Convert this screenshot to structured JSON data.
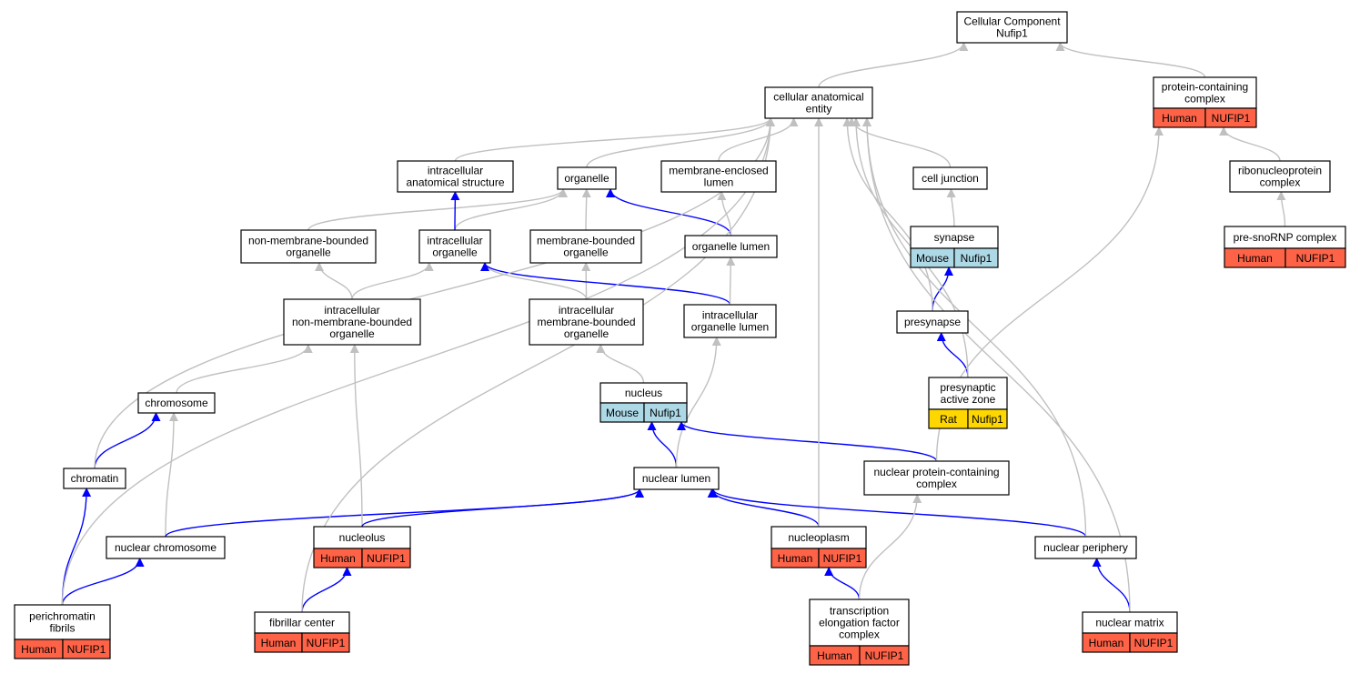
{
  "colors": {
    "is_a_edge": "#c0c0c0",
    "part_of_edge": "#0000ff",
    "human": "#ff6347",
    "mouse": "#add8e6",
    "rat": "#ffd700",
    "node_fill": "#ffffff"
  },
  "nodes": [
    {
      "id": "root",
      "lines": [
        "Cellular Component",
        "Nufip1"
      ]
    },
    {
      "id": "cae",
      "lines": [
        "cellular anatomical",
        "entity"
      ]
    },
    {
      "id": "pcc",
      "lines": [
        "protein-containing",
        "complex"
      ],
      "annot": {
        "species": "Human",
        "gene": "NUFIP1",
        "color": "human"
      }
    },
    {
      "id": "ias",
      "lines": [
        "intracellular",
        "anatomical structure"
      ]
    },
    {
      "id": "organelle",
      "lines": [
        "organelle"
      ]
    },
    {
      "id": "mel",
      "lines": [
        "membrane-enclosed",
        "lumen"
      ]
    },
    {
      "id": "cj",
      "lines": [
        "cell junction"
      ]
    },
    {
      "id": "rnp",
      "lines": [
        "ribonucleoprotein",
        "complex"
      ]
    },
    {
      "id": "nmbo",
      "lines": [
        "non-membrane-bounded",
        "organelle"
      ]
    },
    {
      "id": "io",
      "lines": [
        "intracellular",
        "organelle"
      ]
    },
    {
      "id": "mbo",
      "lines": [
        "membrane-bounded",
        "organelle"
      ]
    },
    {
      "id": "ol",
      "lines": [
        "organelle lumen"
      ]
    },
    {
      "id": "synapse",
      "lines": [
        "synapse"
      ],
      "annot": {
        "species": "Mouse",
        "gene": "Nufip1",
        "color": "mouse"
      }
    },
    {
      "id": "snorna",
      "lines": [
        "pre-snoRNP complex"
      ],
      "annot": {
        "species": "Human",
        "gene": "NUFIP1",
        "color": "human"
      }
    },
    {
      "id": "inmbo",
      "lines": [
        "intracellular",
        "non-membrane-bounded",
        "organelle"
      ]
    },
    {
      "id": "imbo",
      "lines": [
        "intracellular",
        "membrane-bounded",
        "organelle"
      ]
    },
    {
      "id": "iol",
      "lines": [
        "intracellular",
        "organelle lumen"
      ]
    },
    {
      "id": "presyn",
      "lines": [
        "presynapse"
      ]
    },
    {
      "id": "paz",
      "lines": [
        "presynaptic",
        "active zone"
      ],
      "annot": {
        "species": "Rat",
        "gene": "Nufip1",
        "color": "rat"
      }
    },
    {
      "id": "chromosome",
      "lines": [
        "chromosome"
      ]
    },
    {
      "id": "nucleus",
      "lines": [
        "nucleus"
      ],
      "annot": {
        "species": "Mouse",
        "gene": "Nufip1",
        "color": "mouse"
      }
    },
    {
      "id": "chromatin",
      "lines": [
        "chromatin"
      ]
    },
    {
      "id": "nl",
      "lines": [
        "nuclear lumen"
      ]
    },
    {
      "id": "npcc",
      "lines": [
        "nuclear protein-containing",
        "complex"
      ]
    },
    {
      "id": "nchrom",
      "lines": [
        "nuclear chromosome"
      ]
    },
    {
      "id": "nucleolus",
      "lines": [
        "nucleolus"
      ],
      "annot": {
        "species": "Human",
        "gene": "NUFIP1",
        "color": "human"
      }
    },
    {
      "id": "nucleoplasm",
      "lines": [
        "nucleoplasm"
      ],
      "annot": {
        "species": "Human",
        "gene": "NUFIP1",
        "color": "human"
      }
    },
    {
      "id": "nperiph",
      "lines": [
        "nuclear periphery"
      ]
    },
    {
      "id": "pf",
      "lines": [
        "perichromatin",
        "fibrils"
      ],
      "annot": {
        "species": "Human",
        "gene": "NUFIP1",
        "color": "human"
      }
    },
    {
      "id": "fc",
      "lines": [
        "fibrillar center"
      ],
      "annot": {
        "species": "Human",
        "gene": "NUFIP1",
        "color": "human"
      }
    },
    {
      "id": "tefc",
      "lines": [
        "transcription",
        "elongation factor",
        "complex"
      ],
      "annot": {
        "species": "Human",
        "gene": "NUFIP1",
        "color": "human"
      }
    },
    {
      "id": "nmatrix",
      "lines": [
        "nuclear matrix"
      ],
      "annot": {
        "species": "Human",
        "gene": "NUFIP1",
        "color": "human"
      }
    }
  ],
  "edges": [
    {
      "from": "cae",
      "to": "root",
      "rel": "is_a"
    },
    {
      "from": "pcc",
      "to": "root",
      "rel": "is_a"
    },
    {
      "from": "ias",
      "to": "cae",
      "rel": "is_a"
    },
    {
      "from": "organelle",
      "to": "cae",
      "rel": "is_a"
    },
    {
      "from": "mel",
      "to": "cae",
      "rel": "is_a"
    },
    {
      "from": "cj",
      "to": "cae",
      "rel": "is_a"
    },
    {
      "from": "rnp",
      "to": "pcc",
      "rel": "is_a"
    },
    {
      "from": "snorna",
      "to": "rnp",
      "rel": "is_a"
    },
    {
      "from": "nmbo",
      "to": "organelle",
      "rel": "is_a"
    },
    {
      "from": "io",
      "to": "organelle",
      "rel": "is_a"
    },
    {
      "from": "io",
      "to": "ias",
      "rel": "part_of"
    },
    {
      "from": "mbo",
      "to": "organelle",
      "rel": "is_a"
    },
    {
      "from": "ol",
      "to": "organelle",
      "rel": "part_of"
    },
    {
      "from": "ol",
      "to": "mel",
      "rel": "is_a"
    },
    {
      "from": "synapse",
      "to": "cj",
      "rel": "is_a"
    },
    {
      "from": "inmbo",
      "to": "nmbo",
      "rel": "is_a"
    },
    {
      "from": "inmbo",
      "to": "io",
      "rel": "is_a"
    },
    {
      "from": "imbo",
      "to": "io",
      "rel": "is_a"
    },
    {
      "from": "imbo",
      "to": "mbo",
      "rel": "is_a"
    },
    {
      "from": "iol",
      "to": "io",
      "rel": "part_of"
    },
    {
      "from": "iol",
      "to": "ol",
      "rel": "is_a"
    },
    {
      "from": "presyn",
      "to": "synapse",
      "rel": "part_of"
    },
    {
      "from": "presyn",
      "to": "cae",
      "rel": "is_a"
    },
    {
      "from": "paz",
      "to": "presyn",
      "rel": "part_of"
    },
    {
      "from": "paz",
      "to": "cae",
      "rel": "is_a"
    },
    {
      "from": "chromosome",
      "to": "inmbo",
      "rel": "is_a"
    },
    {
      "from": "nucleus",
      "to": "imbo",
      "rel": "is_a"
    },
    {
      "from": "chromatin",
      "to": "chromosome",
      "rel": "part_of"
    },
    {
      "from": "chromatin",
      "to": "cae",
      "rel": "is_a"
    },
    {
      "from": "nl",
      "to": "nucleus",
      "rel": "part_of"
    },
    {
      "from": "nl",
      "to": "iol",
      "rel": "is_a"
    },
    {
      "from": "npcc",
      "to": "nucleus",
      "rel": "part_of"
    },
    {
      "from": "npcc",
      "to": "pcc",
      "rel": "is_a"
    },
    {
      "from": "nchrom",
      "to": "chromosome",
      "rel": "is_a"
    },
    {
      "from": "nchrom",
      "to": "nl",
      "rel": "part_of"
    },
    {
      "from": "nucleolus",
      "to": "inmbo",
      "rel": "is_a"
    },
    {
      "from": "nucleolus",
      "to": "nl",
      "rel": "part_of"
    },
    {
      "from": "nucleoplasm",
      "to": "nl",
      "rel": "part_of"
    },
    {
      "from": "nucleoplasm",
      "to": "cae",
      "rel": "is_a"
    },
    {
      "from": "nperiph",
      "to": "nl",
      "rel": "part_of"
    },
    {
      "from": "nperiph",
      "to": "cae",
      "rel": "is_a"
    },
    {
      "from": "pf",
      "to": "chromatin",
      "rel": "part_of"
    },
    {
      "from": "pf",
      "to": "nchrom",
      "rel": "part_of"
    },
    {
      "from": "pf",
      "to": "cae",
      "rel": "is_a"
    },
    {
      "from": "fc",
      "to": "nucleolus",
      "rel": "part_of"
    },
    {
      "from": "fc",
      "to": "cae",
      "rel": "is_a"
    },
    {
      "from": "tefc",
      "to": "nucleoplasm",
      "rel": "part_of"
    },
    {
      "from": "tefc",
      "to": "npcc",
      "rel": "is_a"
    },
    {
      "from": "nmatrix",
      "to": "nperiph",
      "rel": "part_of"
    },
    {
      "from": "nmatrix",
      "to": "cae",
      "rel": "is_a"
    }
  ]
}
